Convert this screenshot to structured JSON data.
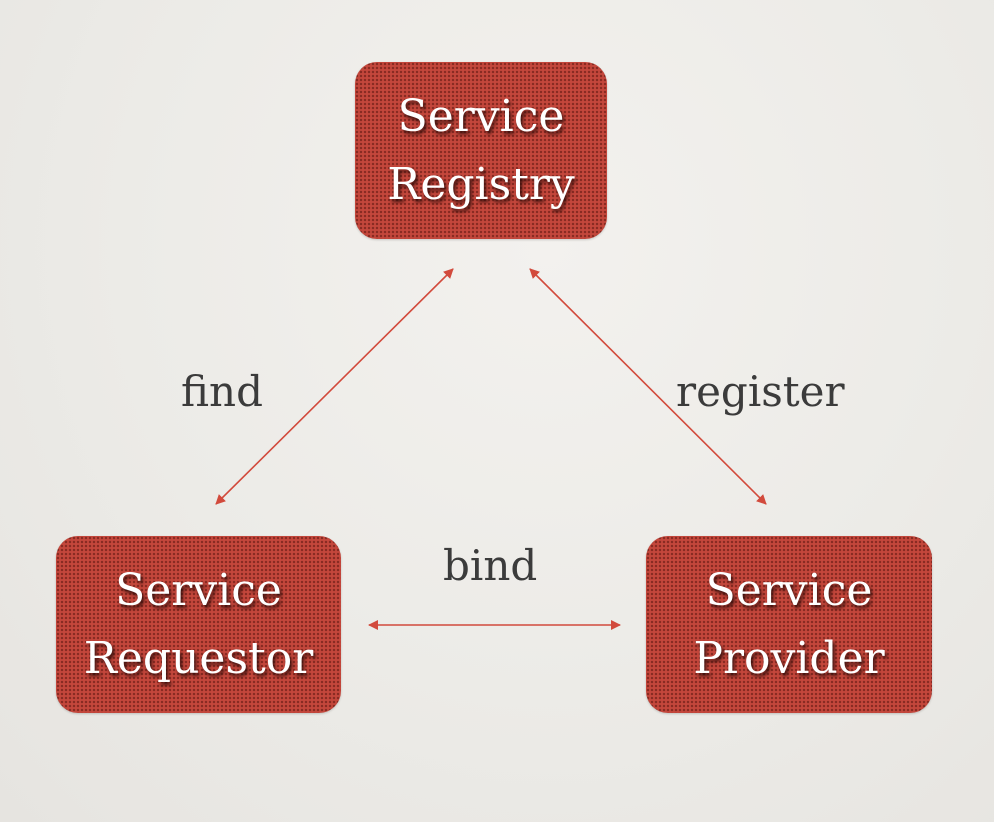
{
  "diagram": {
    "nodes": {
      "registry": {
        "line1": "Service",
        "line2": "Registry"
      },
      "requestor": {
        "line1": "Service",
        "line2": "Requestor"
      },
      "provider": {
        "line1": "Service",
        "line2": "Provider"
      }
    },
    "edges": {
      "find": {
        "label": "find",
        "from": "Service Requestor",
        "to": "Service Registry",
        "direction": "bidirectional"
      },
      "register": {
        "label": "register",
        "from": "Service Provider",
        "to": "Service Registry",
        "direction": "bidirectional"
      },
      "bind": {
        "label": "bind",
        "from": "Service Requestor",
        "to": "Service Provider",
        "direction": "bidirectional"
      }
    },
    "colors": {
      "node_fill": "#c4473c",
      "arrow": "#d24a3c",
      "label_text": "#3b3b3b",
      "background": "#ecebe7"
    }
  }
}
